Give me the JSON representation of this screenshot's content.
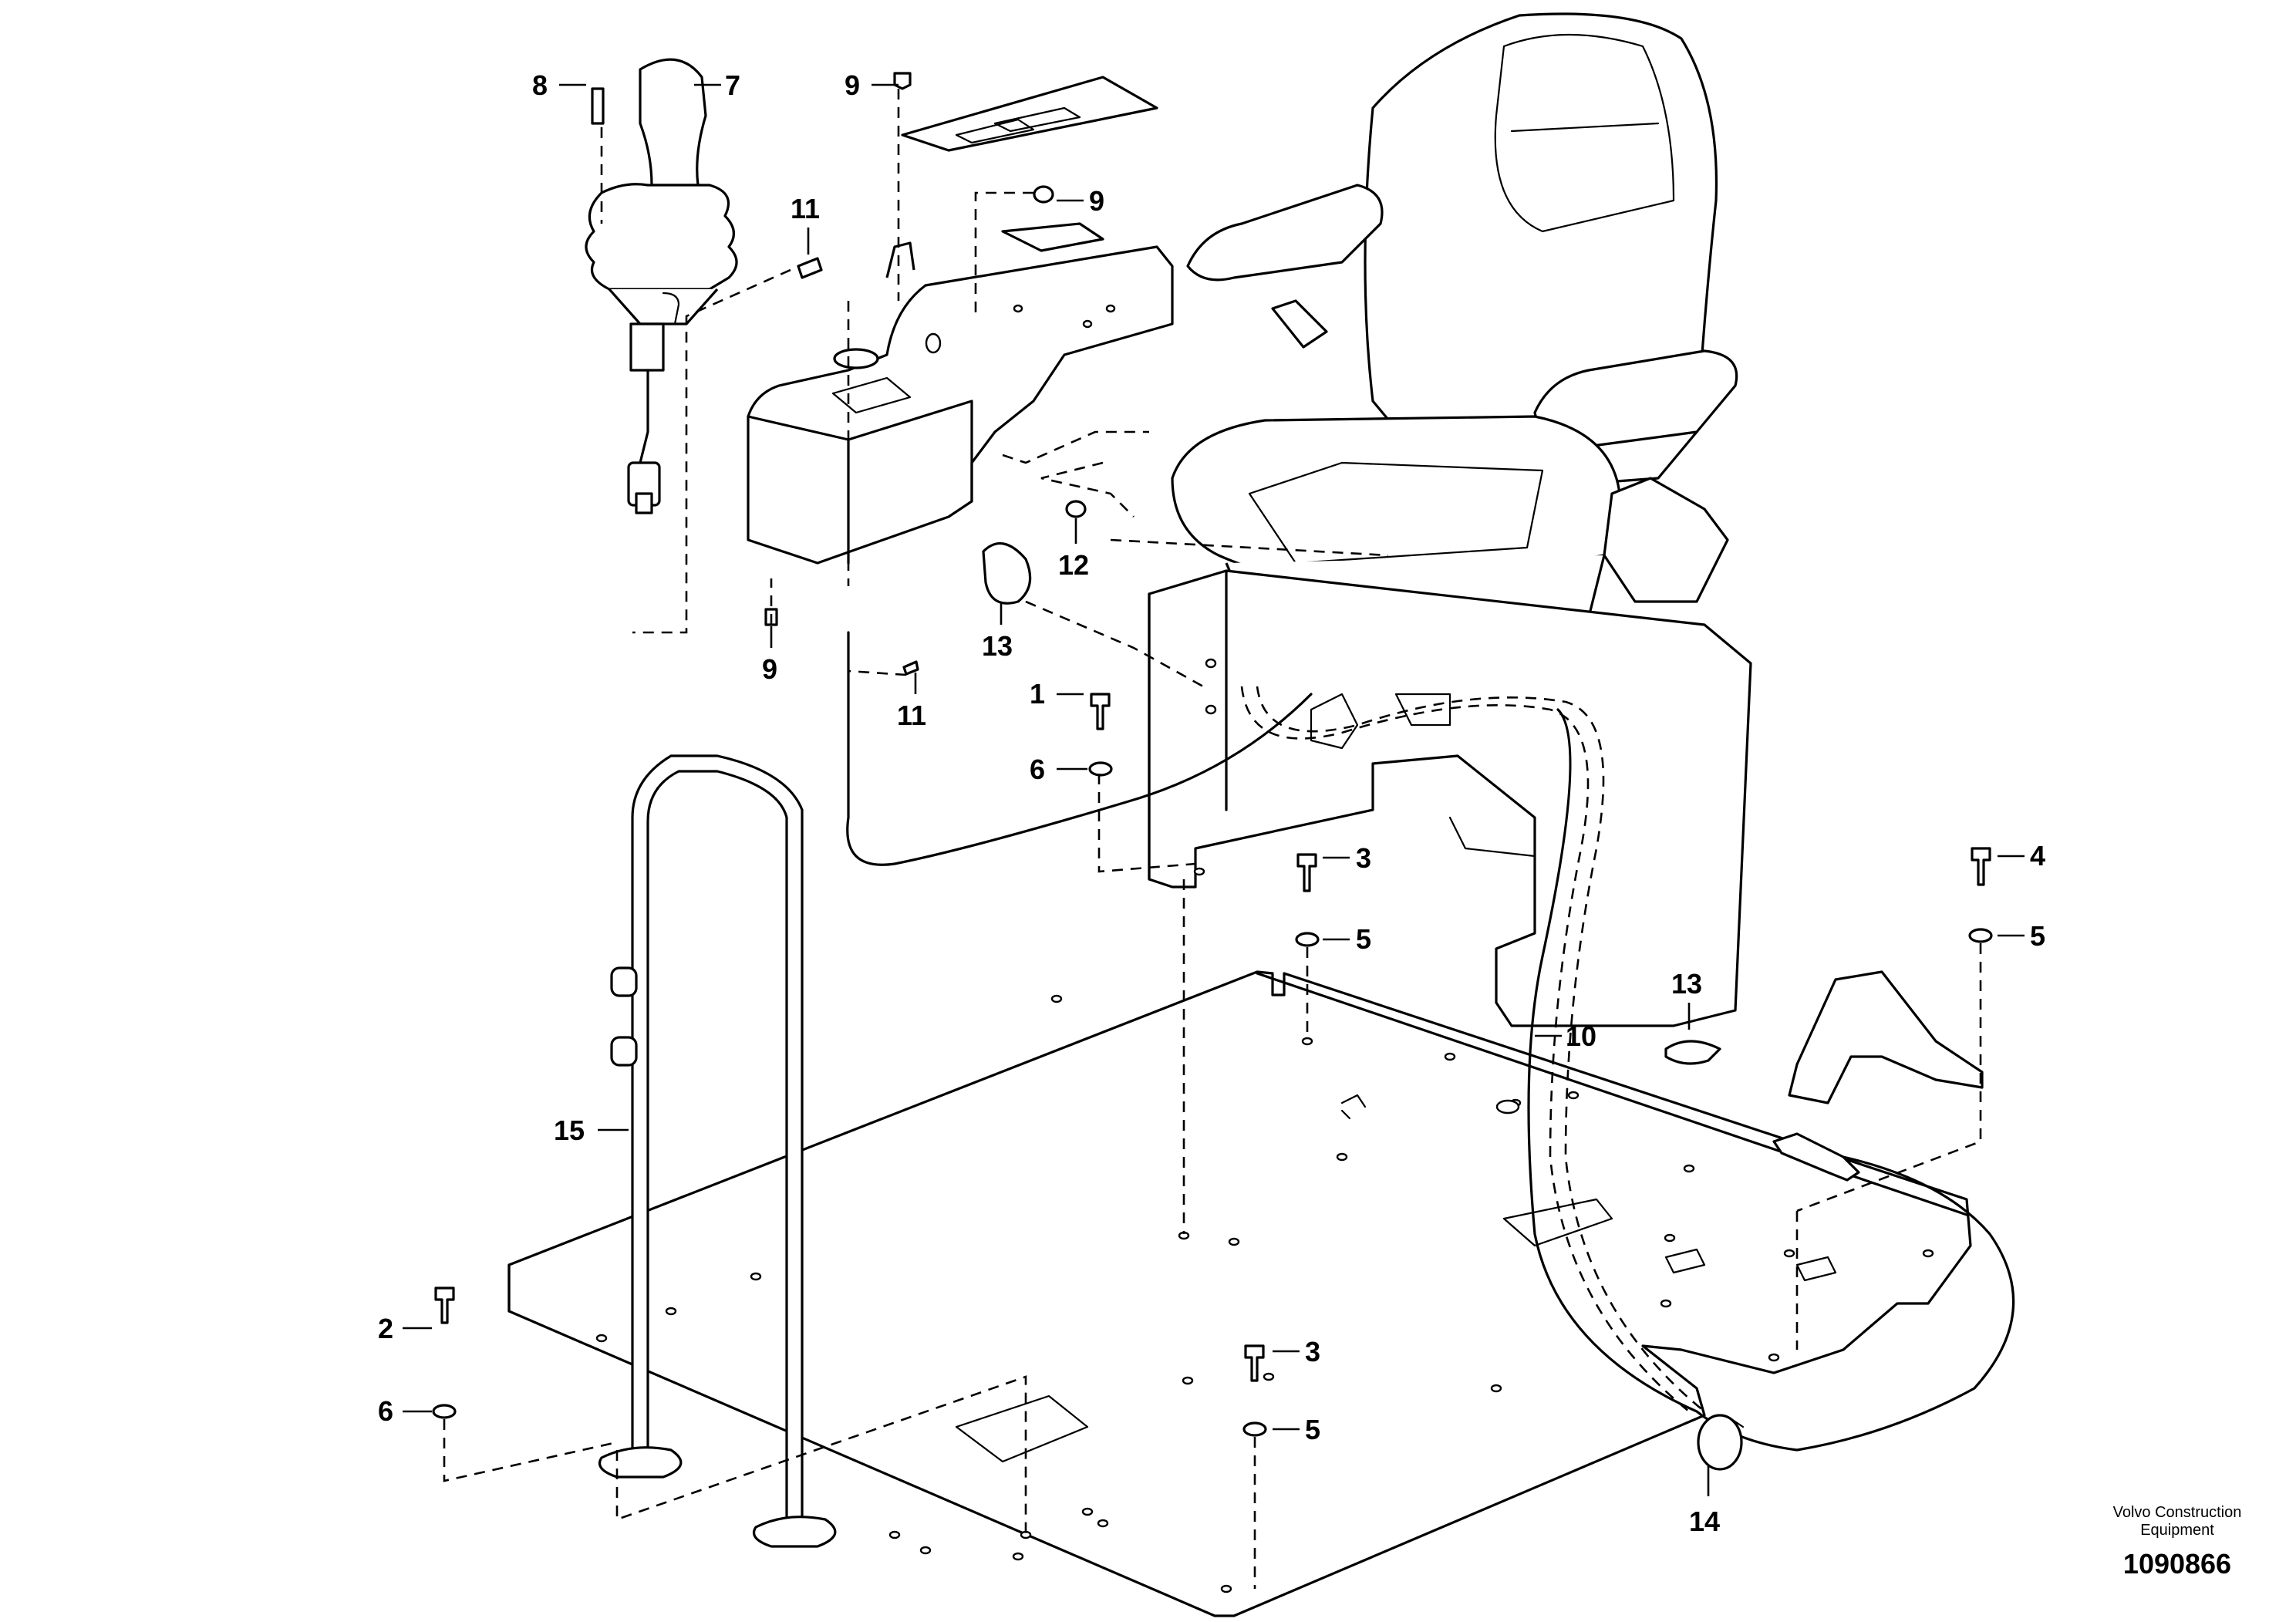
{
  "callouts": [
    {
      "id": "c1",
      "label": "1"
    },
    {
      "id": "c2",
      "label": "2"
    },
    {
      "id": "c3a",
      "label": "3"
    },
    {
      "id": "c3b",
      "label": "3"
    },
    {
      "id": "c4",
      "label": "4"
    },
    {
      "id": "c5a",
      "label": "5"
    },
    {
      "id": "c5b",
      "label": "5"
    },
    {
      "id": "c5c",
      "label": "5"
    },
    {
      "id": "c6a",
      "label": "6"
    },
    {
      "id": "c6b",
      "label": "6"
    },
    {
      "id": "c7",
      "label": "7"
    },
    {
      "id": "c8",
      "label": "8"
    },
    {
      "id": "c9a",
      "label": "9"
    },
    {
      "id": "c9b",
      "label": "9"
    },
    {
      "id": "c9c",
      "label": "9"
    },
    {
      "id": "c10",
      "label": "10"
    },
    {
      "id": "c11a",
      "label": "11"
    },
    {
      "id": "c11b",
      "label": "11"
    },
    {
      "id": "c12",
      "label": "12"
    },
    {
      "id": "c13a",
      "label": "13"
    },
    {
      "id": "c13b",
      "label": "13"
    },
    {
      "id": "c14",
      "label": "14"
    },
    {
      "id": "c15",
      "label": "15"
    }
  ],
  "footer": {
    "brand_line1": "Volvo Construction",
    "brand_line2": "Equipment",
    "doc_number": "1090866"
  }
}
